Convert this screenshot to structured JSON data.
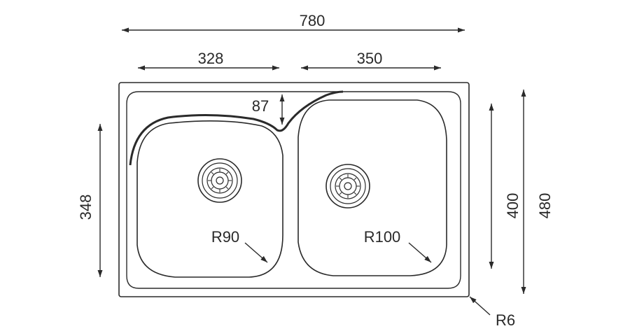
{
  "dimensions": {
    "overall_width": "780",
    "left_bowl_width": "328",
    "right_bowl_width": "350",
    "divider_depth": "87",
    "left_bowl_height": "348",
    "right_bowl_height": "400",
    "overall_height": "480"
  },
  "radii": {
    "left_bowl": "R90",
    "right_bowl": "R100",
    "outer_corner": "R6"
  },
  "colors": {
    "line": "#2a2a2a",
    "background": "#ffffff"
  }
}
